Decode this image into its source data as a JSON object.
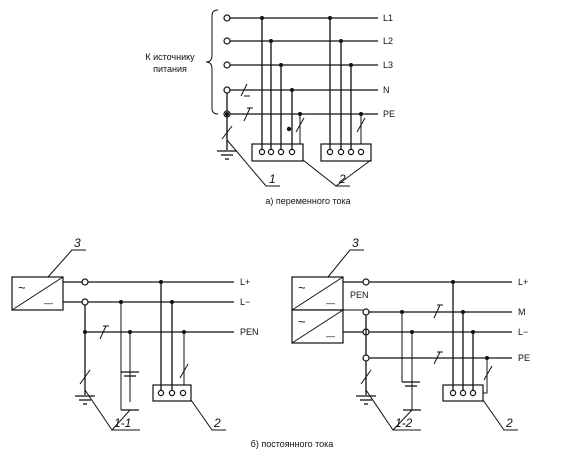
{
  "part_a": {
    "source_label_line1": "К источнику",
    "source_label_line2": "питания",
    "conductors": [
      "L1",
      "L2",
      "L3",
      "N",
      "PE"
    ],
    "callouts": [
      "1",
      "2"
    ],
    "caption": "а) переменного тока"
  },
  "part_b_left": {
    "converter_symbol_ac": "~",
    "converter_symbol_dc": "—",
    "conductors": [
      "L+",
      "L−",
      "PEN"
    ],
    "callouts": [
      "3",
      "1-1",
      "2"
    ]
  },
  "part_b_right": {
    "pen_label": "PEN",
    "converter_symbol_ac": "~",
    "converter_symbol_dc": "—",
    "conductors": [
      "L+",
      "M",
      "L−",
      "PE"
    ],
    "callouts": [
      "3",
      "1-2",
      "2"
    ]
  },
  "caption_b": "б) постоянного тока"
}
